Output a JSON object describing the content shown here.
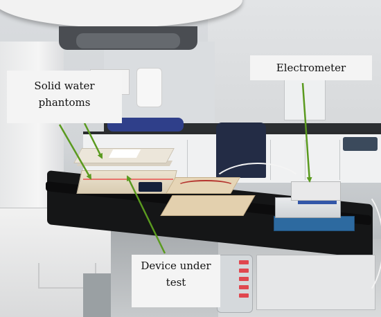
{
  "annotations": {
    "solid_water": {
      "line1": "Solid water",
      "line2": "phantoms"
    },
    "electrometer": {
      "text": "Electrometer"
    },
    "device_under_test": {
      "line1": "Device under",
      "line2": "test"
    }
  },
  "colors": {
    "arrow": "#5a9a1f",
    "label_background": "#f4f4f4",
    "couch": "#151617",
    "electrometer_base": "#2d6aa0"
  }
}
